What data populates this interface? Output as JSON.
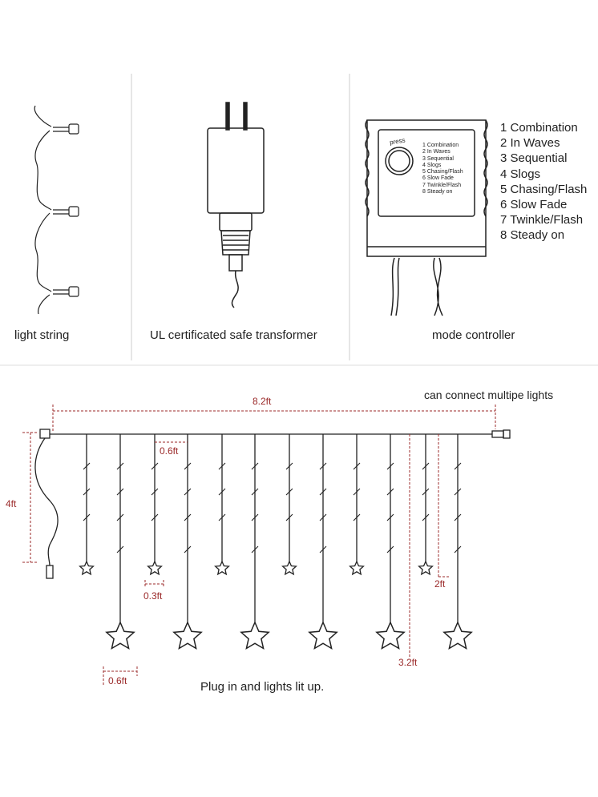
{
  "top_panels": {
    "light_string_label": "light string",
    "transformer_label": "UL certificated safe transformer",
    "controller_label": "mode controller",
    "press_label": "press"
  },
  "modes": [
    "1 Combination",
    "2 In Waves",
    "3 Sequential",
    "4 Slogs",
    "5 Chasing/Flash",
    "6 Slow Fade",
    "7 Twinkle/Flash",
    "8 Steady on"
  ],
  "controller_modes": [
    "1 Combination",
    "2 In Waves",
    "3 Sequential",
    "4 Slogs",
    "5 Chasing/Flash",
    "6 Slow Fade",
    "7 Twinkle/Flash",
    "8 Steady on"
  ],
  "curtain": {
    "width_label": "8.2ft",
    "connect_label": "can connect multipe lights",
    "cord_label": "4ft",
    "spacing_label_top": "0.6ft",
    "small_star_label": "0.3ft",
    "big_star_label": "0.6ft",
    "short_drop_label": "2ft",
    "long_drop_label": "3.2ft",
    "caption": "Plug in and lights lit up."
  },
  "colors": {
    "line": "#222222",
    "dimension": "#9b2a2a",
    "divider": "#cccccc"
  }
}
